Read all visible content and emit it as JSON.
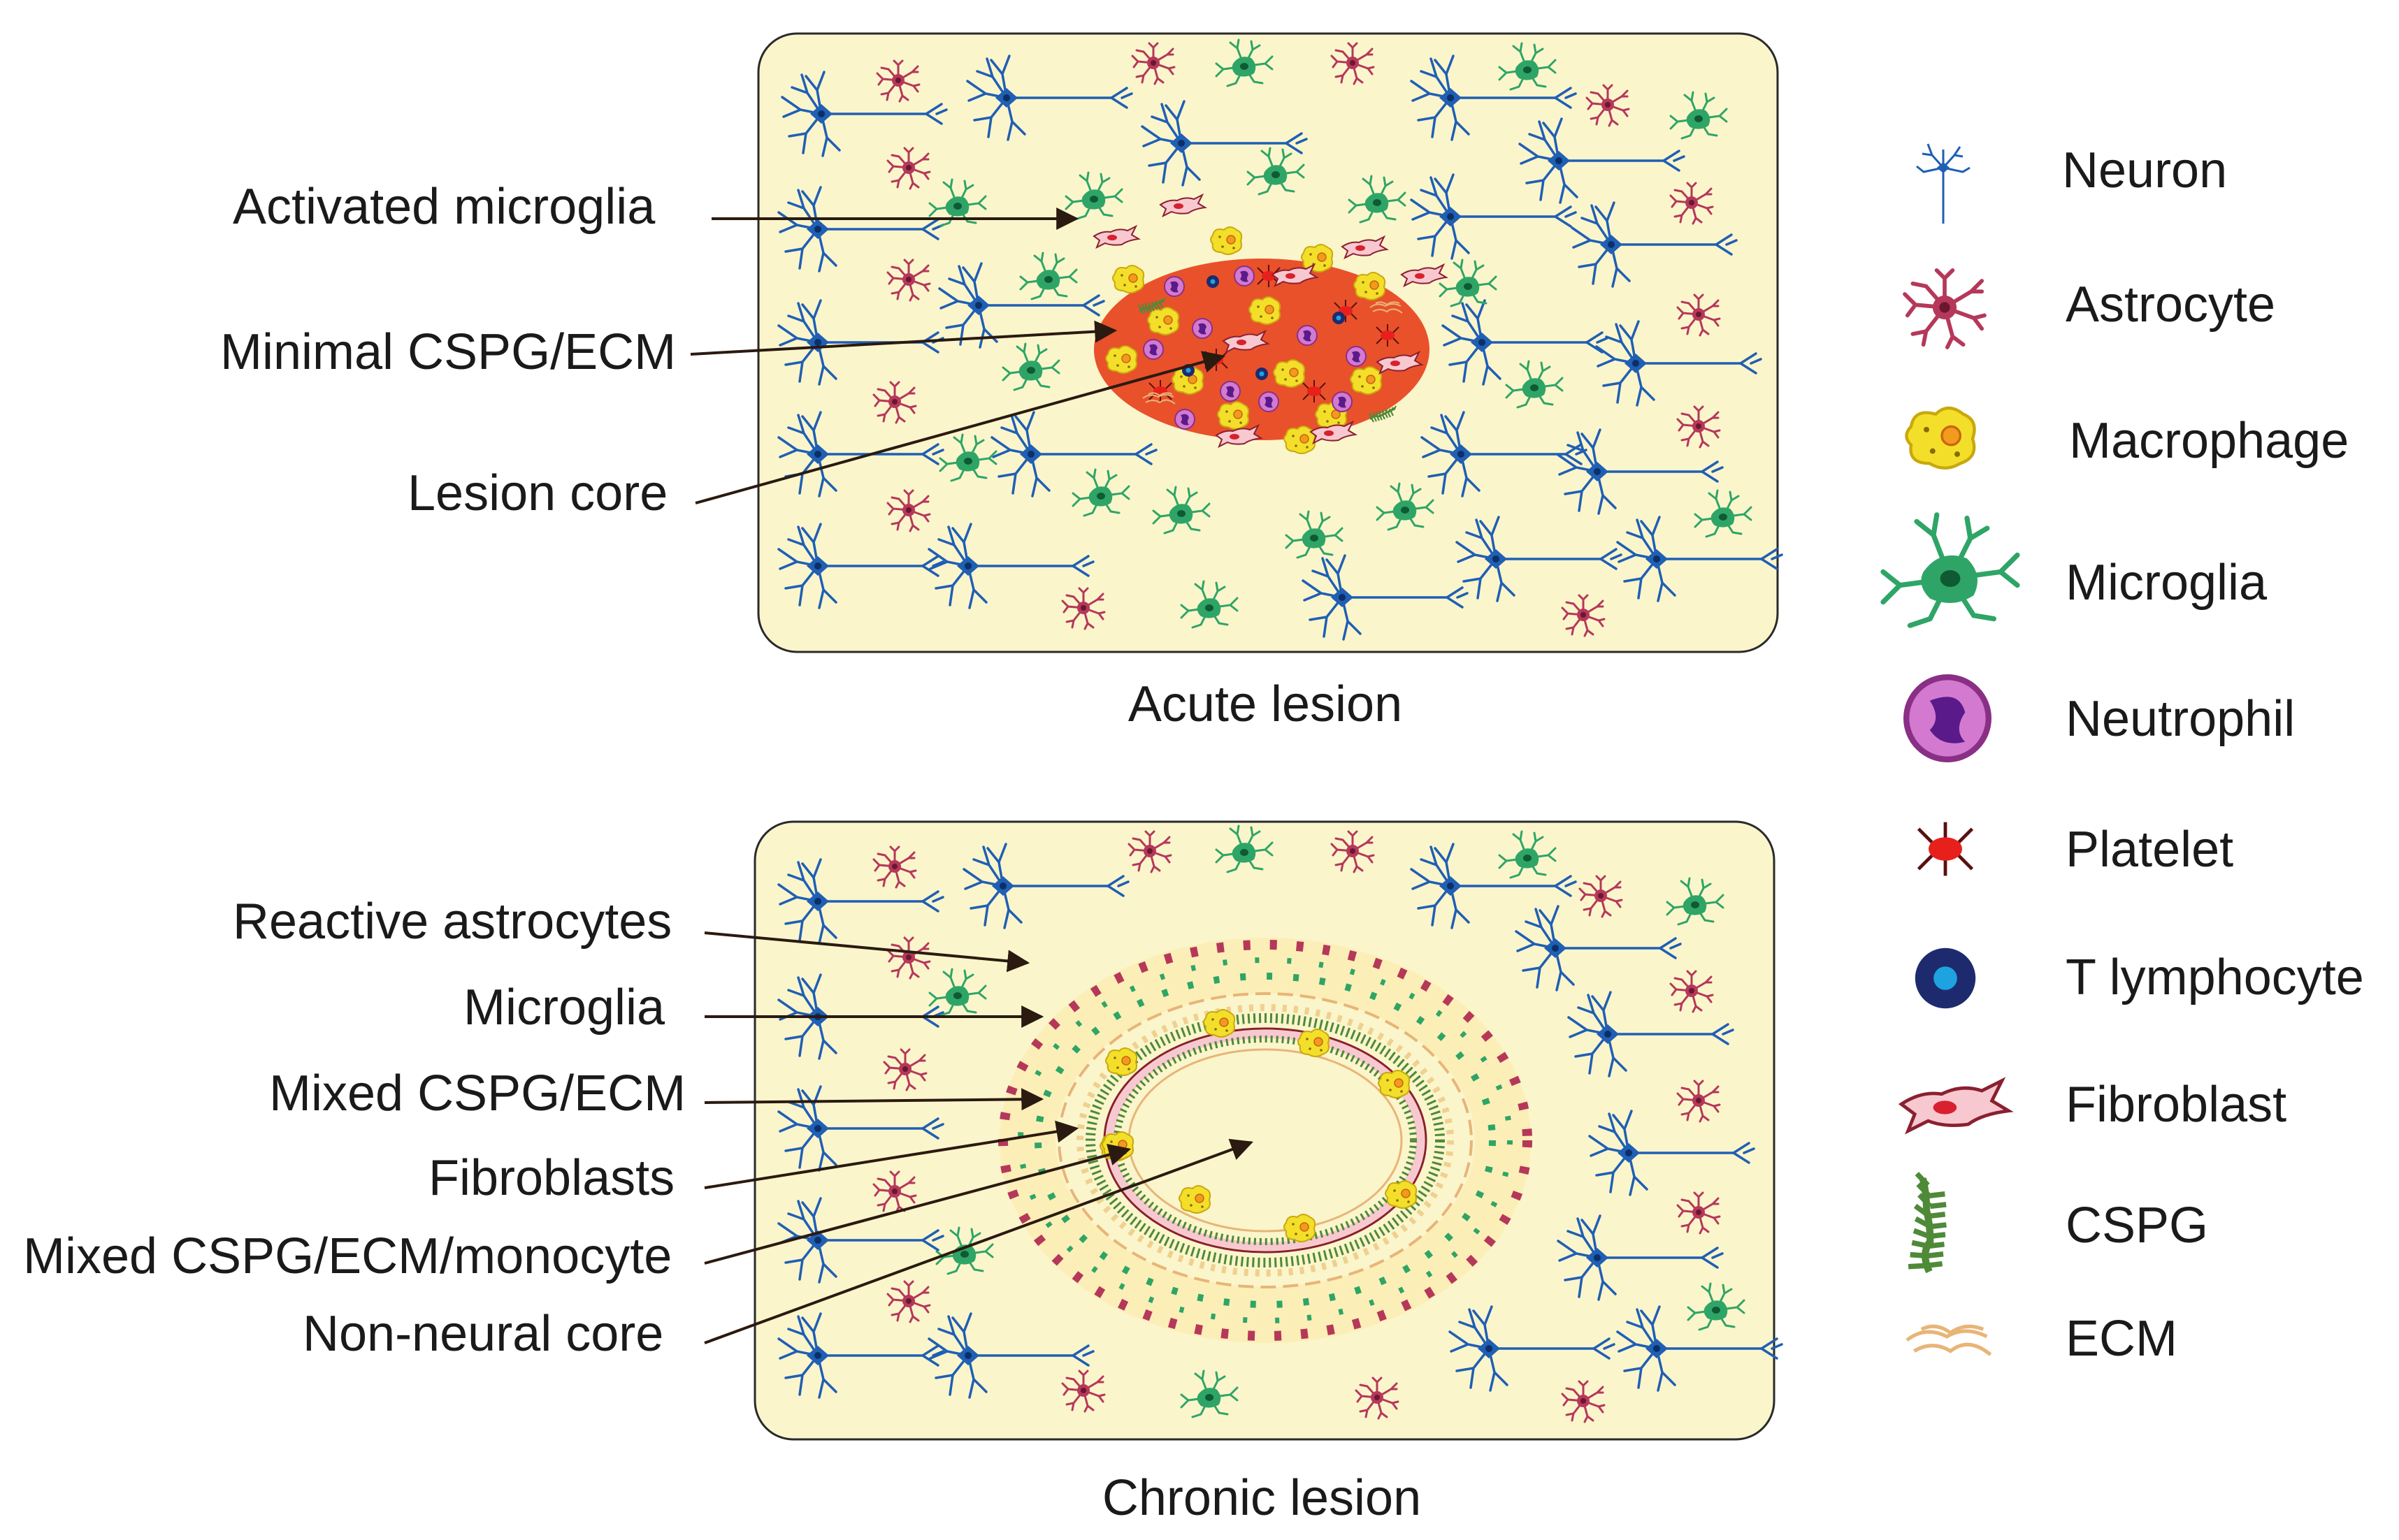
{
  "acute": {
    "caption": "Acute lesion",
    "labels": [
      "Activated microglia",
      "Minimal CSPG/ECM",
      "Lesion core"
    ]
  },
  "chronic": {
    "caption": "Chronic lesion",
    "labels": [
      "Reactive astrocytes",
      "Microglia",
      "Mixed CSPG/ECM",
      "Fibroblasts",
      "Mixed CSPG/ECM/monocyte",
      "Non-neural core"
    ]
  },
  "legend": [
    {
      "label": "Neuron",
      "icon": "neuron-icon"
    },
    {
      "label": "Astrocyte",
      "icon": "astrocyte-icon"
    },
    {
      "label": "Macrophage",
      "icon": "macrophage-icon"
    },
    {
      "label": "Microglia",
      "icon": "microglia-icon"
    },
    {
      "label": "Neutrophil",
      "icon": "neutrophil-icon"
    },
    {
      "label": "Platelet",
      "icon": "platelet-icon"
    },
    {
      "label": "T lymphocyte",
      "icon": "t-lymphocyte-icon"
    },
    {
      "label": "Fibroblast",
      "icon": "fibroblast-icon"
    },
    {
      "label": "CSPG",
      "icon": "cspg-icon"
    },
    {
      "label": "ECM",
      "icon": "ecm-icon"
    }
  ],
  "colors": {
    "tissue": "#fbf5cc",
    "lesion": "#e9512b",
    "neuron": "#1f5fb4",
    "astrocyte": "#b5385a",
    "microglia": "#2ea566",
    "macrophage": "#f3df2a",
    "neutrophil": "#d37ad0",
    "platelet": "#e8201c",
    "tlymph": "#1d2b6e",
    "fibroblast": "#f8c8d0",
    "cspg": "#4e8a38",
    "ecm": "#e8b577"
  }
}
